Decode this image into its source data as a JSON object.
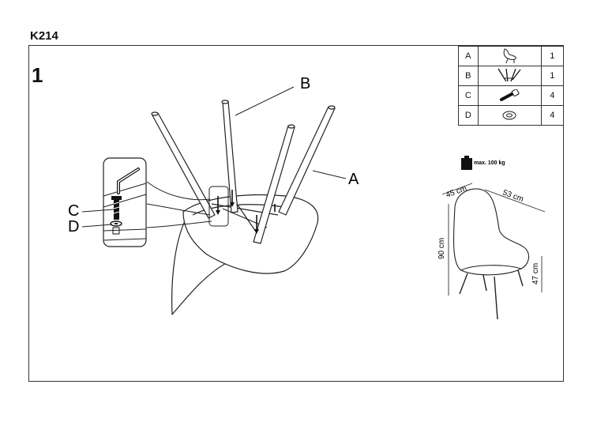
{
  "header": {
    "model": "K214"
  },
  "step": {
    "number": "1"
  },
  "callouts": {
    "a": "A",
    "b": "B",
    "c": "C",
    "d": "D"
  },
  "parts": [
    {
      "letter": "A",
      "icon": "seat-shell-icon",
      "qty": "1"
    },
    {
      "letter": "B",
      "icon": "leg-frame-icon",
      "qty": "1"
    },
    {
      "letter": "C",
      "icon": "bolt-icon",
      "qty": "4"
    },
    {
      "letter": "D",
      "icon": "washer-icon",
      "qty": "4"
    }
  ],
  "specs": {
    "max_load": "max. 100 kg",
    "depth": "45 cm",
    "width": "53 cm",
    "height": "90 cm",
    "seat_height": "47 cm"
  }
}
